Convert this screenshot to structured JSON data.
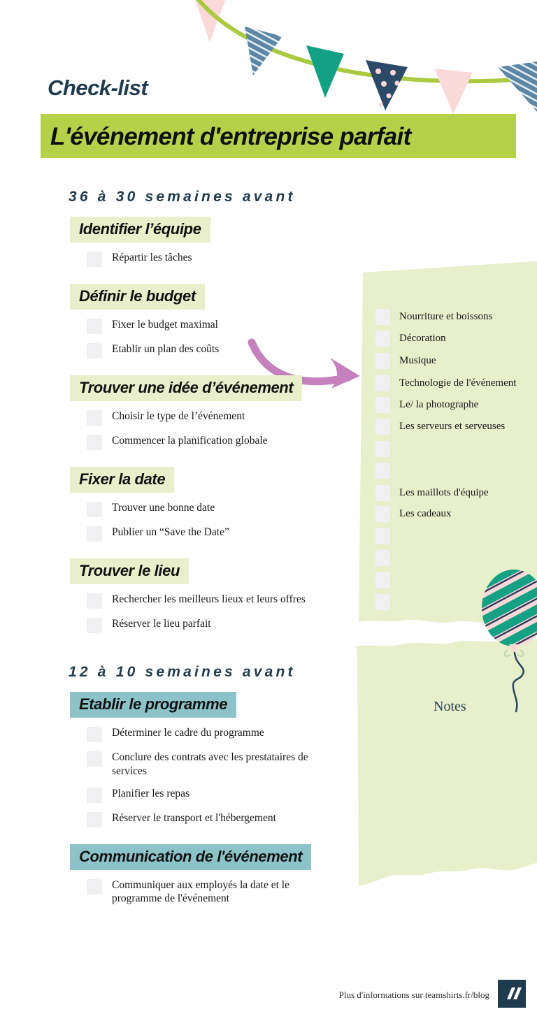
{
  "header": {
    "kicker": "Check-list",
    "title": "L'événement d'entreprise parfait"
  },
  "colors": {
    "banner_green": "#b5d14a",
    "highlight_green": "#e9efcb",
    "highlight_teal": "#8cc3c8",
    "panel_green": "#e8efcb",
    "navy": "#1f3b4d",
    "checkbox_gray": "#f0f0f2",
    "arrow_mauve": "#c581bd",
    "flag_pink": "#fcd9d9",
    "flag_teal": "#13a185",
    "flag_navy": "#2c4a68",
    "flag_blue": "#5b86a6",
    "string_green": "#aac93f"
  },
  "sections": [
    {
      "period": "36 à 30 semaines avant",
      "head_style": "green",
      "groups": [
        {
          "title": "Identifier l’équipe",
          "tasks": [
            "Répartir les tâches"
          ]
        },
        {
          "title": "Définir le budget",
          "tasks": [
            "Fixer le budget maximal",
            "Etablir un plan des coûts"
          ]
        },
        {
          "title": "Trouver  une idée d’événement",
          "tasks": [
            "Choisir le type de l’événement",
            "Commencer la planification globale"
          ]
        },
        {
          "title": "Fixer la date",
          "tasks": [
            "Trouver une bonne date",
            "Publier un “Save the Date”"
          ]
        },
        {
          "title": "Trouver le lieu",
          "tasks": [
            "Rechercher les meilleurs lieux et leurs offres",
            "Réserver le lieu parfait"
          ]
        }
      ]
    },
    {
      "period": "12 à 10 semaines avant",
      "head_style": "teal",
      "groups": [
        {
          "title": "Etablir le programme",
          "tasks": [
            "Déterminer le cadre du programme",
            "Conclure des contrats avec les prestataires de services",
            "Planifier les repas",
            "Réserver le transport et l'hébergement"
          ]
        },
        {
          "title": "Communication de l'événement",
          "tasks": [
            "Communiquer aux employés la date et le programme de l'événement"
          ]
        }
      ]
    }
  ],
  "notes_panel": {
    "items": [
      "Nourriture et boissons",
      "Décoration",
      "Musique",
      "Technologie de l'événement",
      "Le/ la photographe",
      "Les serveurs et serveuses",
      "",
      "",
      "Les maillots d'équipe",
      "Les cadeaux",
      "",
      "",
      "",
      ""
    ],
    "notes_label": "Notes"
  },
  "footer": {
    "text": "Plus d'informations sur teamshirts.fr/blog"
  }
}
